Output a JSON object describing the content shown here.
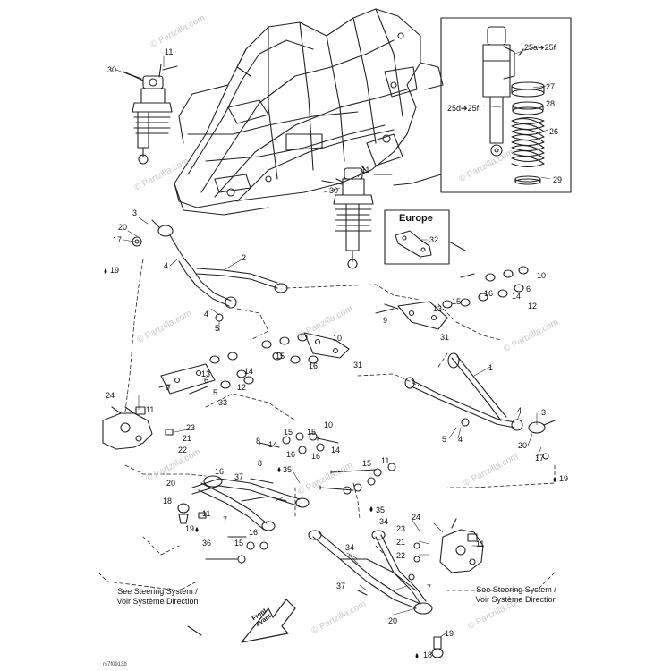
{
  "watermarks": [
    "© Partzilla.com",
    "© Partzilla.com",
    "© Partzilla.com",
    "© Partzilla.com",
    "© Partzilla.com",
    "© Partzilla.com",
    "© Partzilla.com",
    "© Partzilla.com",
    "© Partzilla.com",
    "© Partzilla.com",
    "© Partzilla.com"
  ],
  "inset_shock": {
    "labels": {
      "a": "25a",
      "b": "25f",
      "c": "25d",
      "d": "25f"
    },
    "arrow_glyph": "➔"
  },
  "europe_box": {
    "title": "Europe"
  },
  "notes": {
    "left": [
      "See Steering System /",
      "Voir Système Direction"
    ],
    "right": [
      "See Steering System /",
      "Voir Système Direction"
    ]
  },
  "front_arrow": {
    "line1": "Front",
    "line2": "Avant"
  },
  "figure_code": "rs7f0913b",
  "callouts": [
    "30",
    "11",
    "11",
    "30",
    "29",
    "26",
    "28",
    "27",
    "32",
    "3",
    "20",
    "17",
    "19",
    "2",
    "4",
    "4",
    "5",
    "1",
    "3",
    "4",
    "5",
    "4",
    "20",
    "17",
    "19",
    "10",
    "15",
    "16",
    "14",
    "13",
    "9",
    "31",
    "6",
    "12",
    "5",
    "10",
    "16",
    "14",
    "9",
    "6",
    "12",
    "13",
    "15",
    "31",
    "33",
    "24",
    "23",
    "21",
    "22",
    "11",
    "8",
    "15",
    "16",
    "14",
    "10",
    "15",
    "16",
    "14",
    "16",
    "37",
    "35",
    "8",
    "36",
    "16",
    "15",
    "15",
    "7",
    "18",
    "20",
    "11",
    "19",
    "11",
    "35",
    "34",
    "34",
    "24",
    "23",
    "21",
    "22",
    "11",
    "37",
    "7",
    "20",
    "19",
    "18"
  ]
}
